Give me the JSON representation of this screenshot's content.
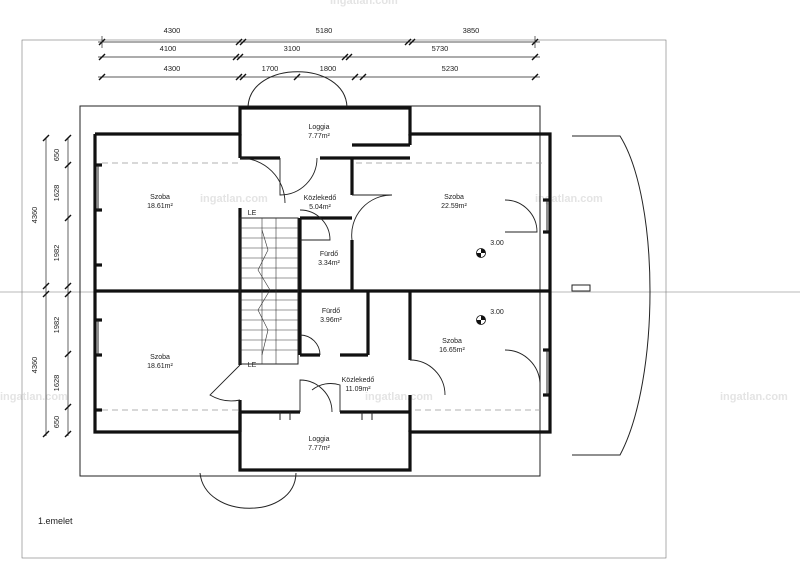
{
  "floor_label": "1.emelet",
  "watermark": "ingatlan.com",
  "rooms": [
    {
      "name": "Loggia",
      "area": "7.77m²"
    },
    {
      "name": "Szoba",
      "area": "18.61m²"
    },
    {
      "name": "Közlekedő",
      "area": "5.04m²"
    },
    {
      "name": "Szoba",
      "area": "22.59m²"
    },
    {
      "name": "Fürdő",
      "area": "3.34m²"
    },
    {
      "name": "Fürdő",
      "area": "3.96m²"
    },
    {
      "name": "Szoba",
      "area": "18.61m²"
    },
    {
      "name": "Szoba",
      "area": "16.65m²"
    },
    {
      "name": "Közlekedő",
      "area": "11.09m²"
    },
    {
      "name": "Loggia",
      "area": "7.77m²"
    }
  ],
  "stair_labels": [
    "LE",
    "LE"
  ],
  "heights": [
    "3.00",
    "3.00"
  ],
  "dimensions": {
    "top_row1": [
      "4300",
      "5180",
      "3850"
    ],
    "top_row2": [
      "4100",
      "3100",
      "5730"
    ],
    "top_row3": [
      "4300",
      "1700",
      "1800",
      "5230"
    ],
    "left_col1": [
      "650",
      "1628",
      "1982",
      "1982",
      "1628",
      "650"
    ],
    "left_col2": [
      "4360",
      "4360"
    ]
  }
}
